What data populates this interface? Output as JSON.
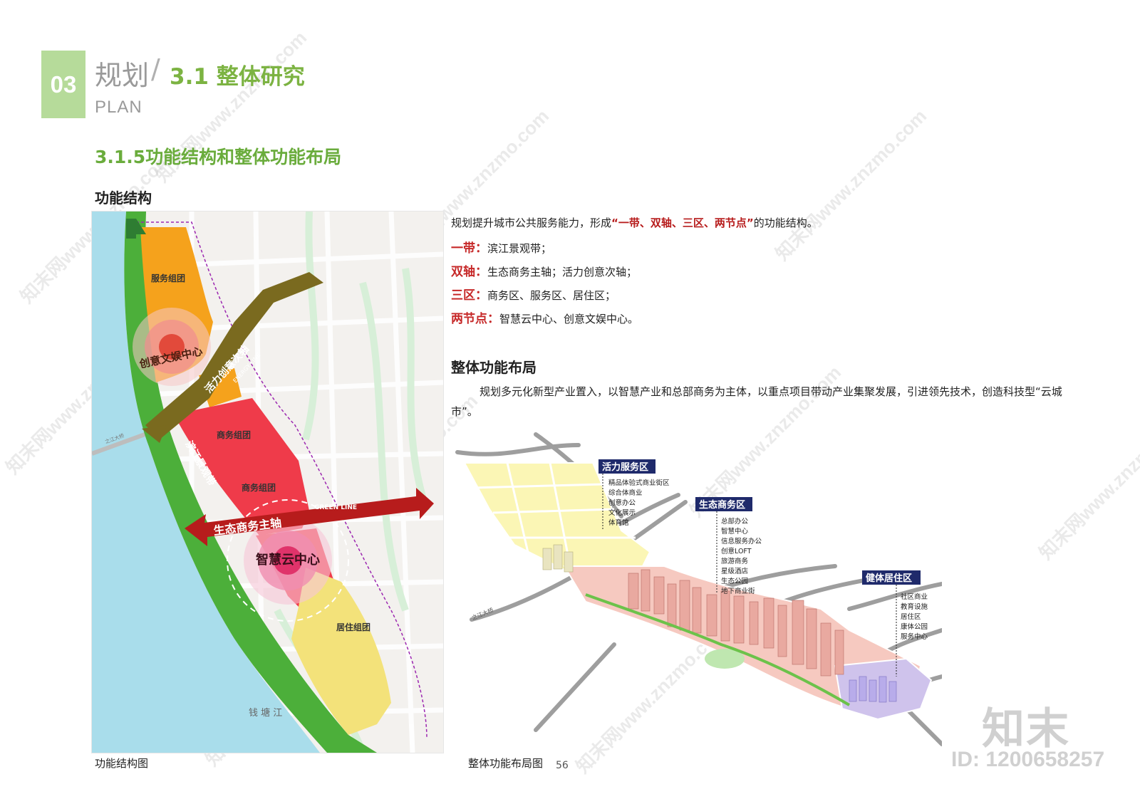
{
  "header": {
    "section_number": "03",
    "chapter_cn": "规划",
    "slash": "/",
    "section_title": "3.1  整体研究",
    "chapter_en": "PLAN"
  },
  "subsection_title": "3.1.5功能结构和整体功能布局",
  "func_heading": "功能结构",
  "left_map": {
    "caption": "功能结构图",
    "labels": {
      "fuwu": "服务组团",
      "shangwu1": "商务组团",
      "shangwu2": "商务组团",
      "juzhu": "居住组团",
      "chuangyi_center": "创意文娱中心",
      "zhihui_center": "智慧云中心",
      "energy_axis": "活力创意次轴",
      "energy_en": "ENERGY LINE",
      "green_axis": "生态商务主轴",
      "green_en": "GREEN LINE",
      "binjiang": "滨江景观带",
      "river": "钱 塘 江",
      "bridge": "之江大桥"
    }
  },
  "intro": {
    "prefix": "规划提升城市公共服务能力，形成",
    "highlight": "“一带、双轴、三区、两节点”",
    "suffix": "的功能结构。"
  },
  "items": [
    {
      "key": "一带：",
      "value": "滨江景观带；"
    },
    {
      "key": "双轴：",
      "value": "生态商务主轴；活力创意次轴；"
    },
    {
      "key": "三区：",
      "value": "商务区、服务区、居住区；"
    },
    {
      "key": "两节点：",
      "value": "智慧云中心、创意文娱中心。"
    }
  ],
  "overall_heading": "整体功能布局",
  "overall_desc": "规划多元化新型产业置入，以智慧产业和总部商务为主体，以重点项目带动产业集聚发展，引进领先技术，创造科技型“云城市”。",
  "right_map": {
    "caption": "整体功能布局图",
    "bridge": "之江大桥",
    "zones": [
      {
        "title": "活力服务区",
        "items": [
          "精品体验式商业街区",
          "综合体商业",
          "创意办公",
          "文化展示",
          "体育馆"
        ]
      },
      {
        "title": "生态商务区",
        "items": [
          "总部办公",
          "智慧中心",
          "信息服务办公",
          "创意LOFT",
          "旅游商务",
          "星级酒店",
          "生态公园",
          "地下商业街"
        ]
      },
      {
        "title": "健体居住区",
        "items": [
          "社区商业",
          "教育设施",
          "居住区",
          "康体公园",
          "服务中心"
        ]
      }
    ]
  },
  "page_number": "56",
  "watermark": {
    "text": "知末网www.znzmo.com",
    "logo": "知末",
    "id": "ID: 1200658257"
  },
  "colors": {
    "green_title": "#7cb342",
    "red_key": "#c62828",
    "service_zone": "#f5a21c",
    "business_zone": "#ef3b4a",
    "residential_zone": "#f3e27a",
    "green_belt": "#4caf3a",
    "river": "#a9ddeb"
  }
}
